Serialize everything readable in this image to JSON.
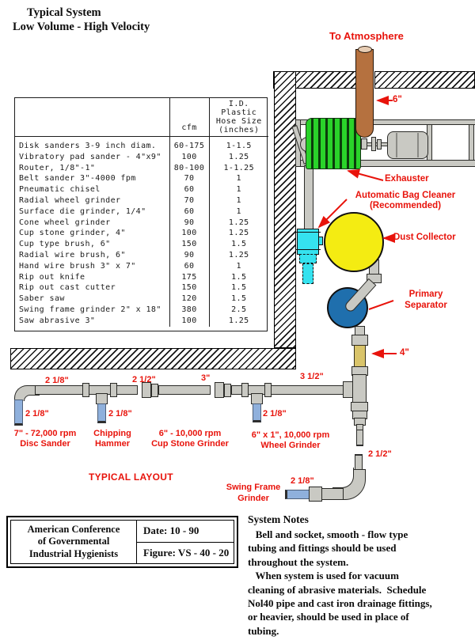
{
  "title": {
    "line1": "Typical System",
    "line2": "Low Volume - High Velocity"
  },
  "equipment_table": {
    "header": {
      "cfm": "cfm",
      "hose_line1": "I.D. Plastic",
      "hose_line2": "Hose Size",
      "hose_line3": "(inches)"
    },
    "rows": [
      {
        "name": "Disk sanders 3-9 inch diam.",
        "cfm": "60-175",
        "hose": "1-1.5"
      },
      {
        "name": "Vibratory pad sander - 4\"x9\"",
        "cfm": "100",
        "hose": "1.25"
      },
      {
        "name": "Router, 1/8\"-1\"",
        "cfm": "80-100",
        "hose": "1-1.25"
      },
      {
        "name": "Belt sander 3\"-4000 fpm",
        "cfm": "70",
        "hose": "1"
      },
      {
        "name": "Pneumatic chisel",
        "cfm": "60",
        "hose": "1"
      },
      {
        "name": "Radial wheel grinder",
        "cfm": "70",
        "hose": "1"
      },
      {
        "name": "Surface die grinder, 1/4\"",
        "cfm": "60",
        "hose": "1"
      },
      {
        "name": "Cone wheel grinder",
        "cfm": "90",
        "hose": "1.25"
      },
      {
        "name": "Cup stone grinder, 4\"",
        "cfm": "100",
        "hose": "1.25"
      },
      {
        "name": "Cup type brush, 6\"",
        "cfm": "150",
        "hose": "1.5"
      },
      {
        "name": "Radial wire brush, 6\"",
        "cfm": "90",
        "hose": "1.25"
      },
      {
        "name": "Hand wire brush 3\" x 7\"",
        "cfm": "60",
        "hose": "1"
      },
      {
        "name": "Rip out knife",
        "cfm": "175",
        "hose": "1.5"
      },
      {
        "name": "Rip out cast cutter",
        "cfm": "150",
        "hose": "1.5"
      },
      {
        "name": "Saber saw",
        "cfm": "120",
        "hose": "1.5"
      },
      {
        "name": "Swing frame grinder 2\" x 18\"",
        "cfm": "380",
        "hose": "2.5"
      },
      {
        "name": "Saw abrasive 3\"",
        "cfm": "100",
        "hose": "1.25"
      }
    ]
  },
  "callouts": {
    "to_atmosphere": "To Atmosphere",
    "exhauster": "Exhauster",
    "bag_cleaner_line1": "Automatic Bag Cleaner",
    "bag_cleaner_line2": "(Recommended)",
    "dust_collector": "Dust Collector",
    "separator_line1": "Primary",
    "separator_line2": "Separator",
    "typical_layout": "TYPICAL LAYOUT"
  },
  "pipe_sizes": {
    "six": "6\"",
    "four": "4\"",
    "three": "3\"",
    "two_half": "2 1/2\"",
    "two_eighth": "2 1/8\"",
    "three_half": "3 1/2\""
  },
  "branches": {
    "disc_sander_line1": "7\" - 72,000 rpm",
    "disc_sander_line2": "Disc Sander",
    "chipping_line1": "Chipping",
    "chipping_line2": "Hammer",
    "cup_stone_line1": "6\" - 10,000 rpm",
    "cup_stone_line2": "Cup Stone Grinder",
    "wheel_grinder_line1": "6\" x 1\", 10,000 rpm",
    "wheel_grinder_line2": "Wheel Grinder",
    "swing_frame_line1": "Swing Frame",
    "swing_frame_line2": "Grinder"
  },
  "title_block": {
    "org_line1": "American Conference",
    "org_line2": "of Governmental",
    "org_line3": "Industrial Hygienists",
    "date": "Date: 10 - 90",
    "figure": "Figure: VS - 40 - 20"
  },
  "system_notes": {
    "heading": "System Notes",
    "para1_lines": [
      "   Bell and socket, smooth - flow type",
      "tubing and fittings should be used",
      "throughout the system."
    ],
    "para2_lines": [
      "   When system is used for vacuum",
      "cleaning of abrasive materials.  Schedule",
      "Nol40 pipe and cast iron drainage fittings,",
      "or heavier, should be used in place of",
      "tubing."
    ]
  },
  "colors": {
    "callout_red": "#e8130b",
    "pipe_gray": "#c9c9c3",
    "atmosphere_pipe_brown": "#b5713f",
    "exhauster_green": "#2ad32a",
    "dust_collector_yellow": "#f4ec12",
    "primary_separator_blue": "#1f6fad",
    "bag_cleaner_cyan": "#35e2ef",
    "tool_hose_blue": "#8fb0dc",
    "hose_4in_yellow": "#d9c46a"
  }
}
